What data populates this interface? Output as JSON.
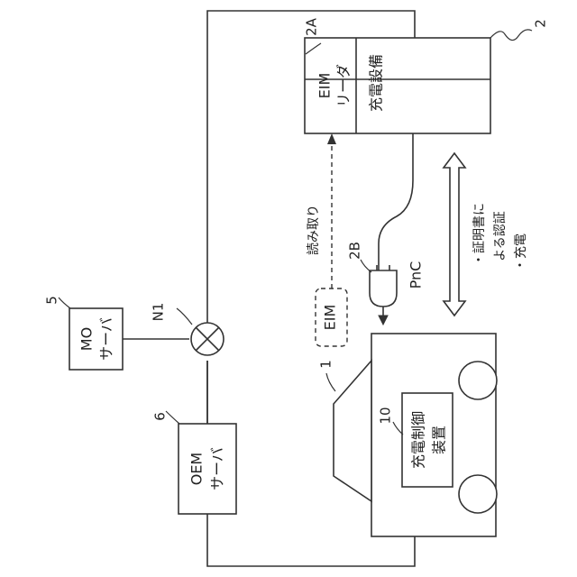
{
  "ref_numbers": {
    "charger": "2",
    "eim_reader": "2A",
    "plug": "2B",
    "mo_server": "5",
    "oem_server": "6",
    "network": "N1",
    "vehicle": "1",
    "charge_controller": "10"
  },
  "labels": {
    "eim_reader_line1": "EIM",
    "eim_reader_line2": "リーダ",
    "charger": "充電設備",
    "mo_server_line1": "MO",
    "mo_server_line2": "サーバ",
    "oem_server_line1": "OEM",
    "oem_server_line2": "サーバ",
    "eim_card": "EIM",
    "read": "読み取り",
    "pnc": "PnC",
    "controller_line1": "充電制御",
    "controller_line2": "装置",
    "note_line1": "・証明書に",
    "note_line2": "よる認証",
    "note_line3": "・充電"
  }
}
